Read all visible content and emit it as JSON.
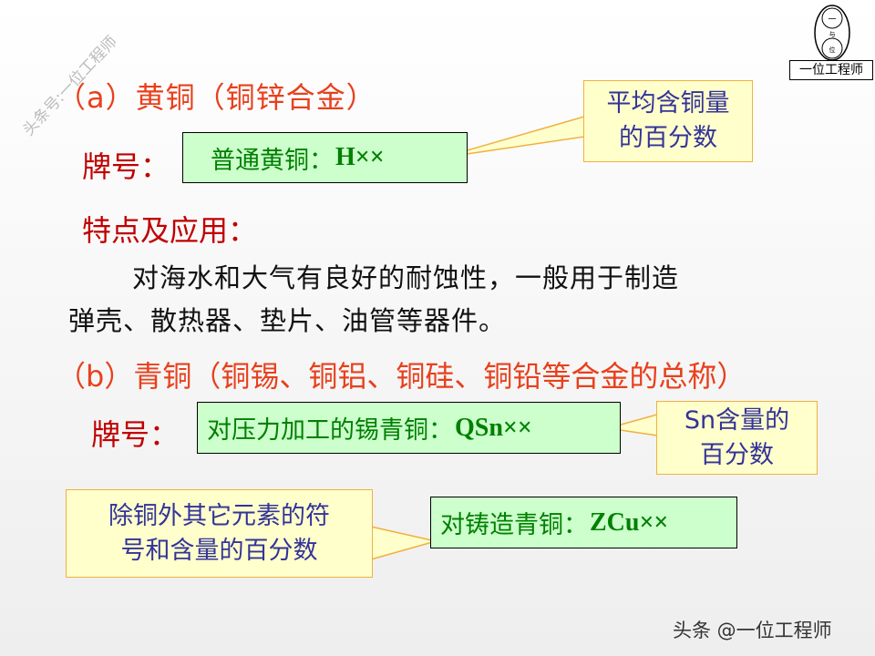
{
  "watermark": "头条号:一位工程师",
  "logo": {
    "label": "一位工程师",
    "glyphs": [
      "一",
      "与",
      "位"
    ]
  },
  "section_a": {
    "title": "（a）黄铜（铜锌合金）",
    "grade_label": "牌号：",
    "grade_box": {
      "text": "普通黄铜：",
      "code": "H××"
    },
    "callout": [
      "平均含铜量",
      "的百分数"
    ],
    "features_label": "特点及应用：",
    "description": [
      "对海水和大气有良好的耐蚀性，一般用于制造",
      "弹壳、散热器、垫片、油管等器件。"
    ]
  },
  "section_b": {
    "title": "（b）青铜（铜锡、铜铝、铜硅、铜铅等合金的总称）",
    "grade_label": "牌号：",
    "grade_box_1": {
      "text": "对压力加工的锡青铜：",
      "code": "QSn××"
    },
    "callout_1": [
      "Sn含量的",
      "百分数"
    ],
    "grade_box_2": {
      "text": "对铸造青铜：",
      "code": "ZCu××"
    },
    "callout_2": [
      "除铜外其它元素的符",
      "号和含量的百分数"
    ]
  },
  "footer": "头条 @一位工程师",
  "colors": {
    "title": "#e8401c",
    "label": "#c00000",
    "box_bg": "#ccffcc",
    "box_text": "#008000",
    "callout_bg": "#ffffcc",
    "callout_border": "#f0b040",
    "callout_text": "#333399"
  }
}
